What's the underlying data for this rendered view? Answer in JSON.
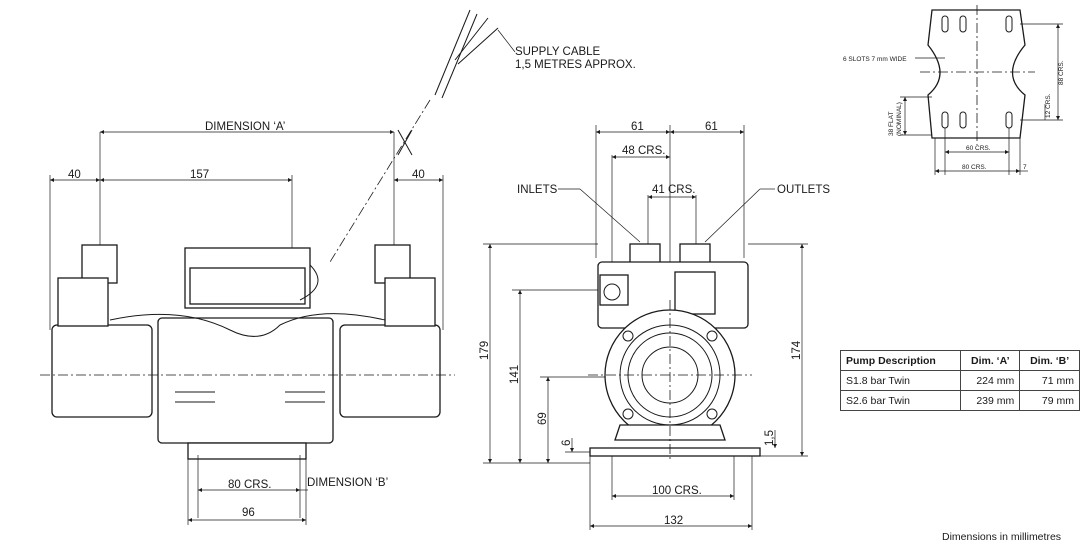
{
  "front": {
    "supply_cable": "SUPPLY CABLE",
    "supply_cable_length": "1,5 METRES APPROX.",
    "dim_a": "DIMENSION ‘A’",
    "dim_b": "DIMENSION ‘B’",
    "left_40": "40",
    "centre_157": "157",
    "right_40": "40",
    "crs_80": "80 CRS.",
    "width_96": "96"
  },
  "side": {
    "left_61": "61",
    "right_61": "61",
    "crs_48": "48 CRS.",
    "crs_41": "41 CRS.",
    "inlets": "INLETS",
    "outlets": "OUTLETS",
    "h_179": "179",
    "h_141": "141",
    "h_69": "69",
    "h_6": "6",
    "h_174": "174",
    "h_15": "1,5",
    "crs_100": "100 CRS.",
    "width_132": "132"
  },
  "foot": {
    "slots": "6 SLOTS 7 mm WIDE",
    "crs_88": "88 CRS.",
    "crs_12": "12 CRS.",
    "flat_38": "38 FLAT",
    "nominal": "(NOMINAL)",
    "crs_60": "60 CRS.",
    "crs_80": "80 CRS.",
    "dim_7": "7"
  },
  "table": {
    "headers": [
      "Pump Description",
      "Dim. ‘A’",
      "Dim. ‘B’"
    ],
    "rows": [
      [
        "S1.8 bar Twin",
        "224 mm",
        "71 mm"
      ],
      [
        "S2.6 bar Twin",
        "239 mm",
        "79 mm"
      ]
    ]
  },
  "note": "Dimensions in millimetres"
}
